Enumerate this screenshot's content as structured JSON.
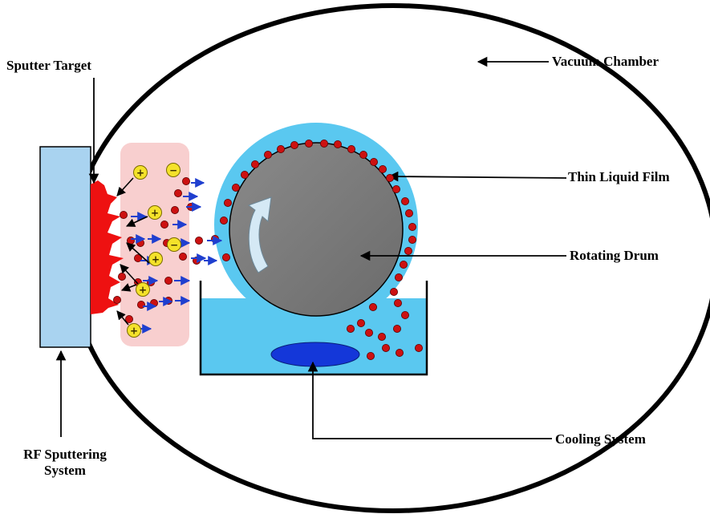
{
  "labels": {
    "sputter_target": "Sputter Target",
    "vacuum_chamber": "Vacuum Chamber",
    "thin_liquid_film": "Thin Liquid Film",
    "rotating_drum": "Rotating Drum",
    "cooling_system": "Cooling System",
    "rf_sputtering_line1": "RF Sputtering",
    "rf_sputtering_line2": "System"
  },
  "ion_symbols": {
    "positive": "+",
    "negative": "−"
  },
  "colors": {
    "chamber_outline": "#000000",
    "rf_electrode": "#a9d3f0",
    "sputter_target": "#ee1111",
    "plasma_region": "#f8cfcf",
    "liquid": "#5ac8f0",
    "drum": "#7a7a7a",
    "particle": "#cc1111",
    "direction_arrow": "#1f3fcf",
    "ion": "#f4e22a",
    "cooling_element": "#1437d9"
  }
}
